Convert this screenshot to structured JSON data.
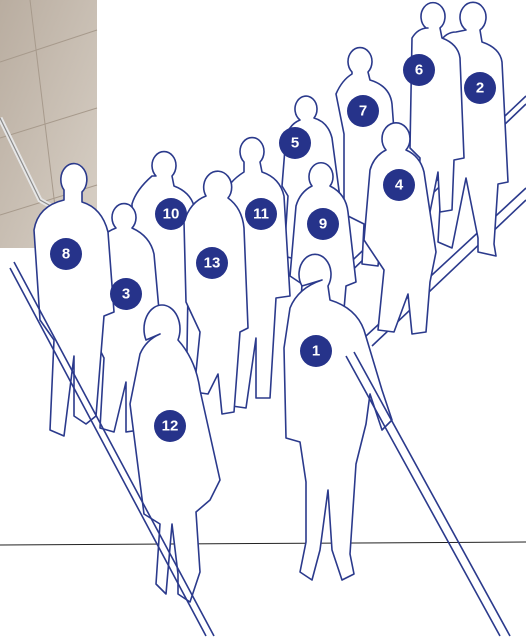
{
  "colors": {
    "outline": "#2b3a8c",
    "badge": "#26338a",
    "badge_text": "#ffffff",
    "floor_photo": "#c9bfb3"
  },
  "badges": [
    "1",
    "2",
    "3",
    "4",
    "5",
    "6",
    "7",
    "8",
    "9",
    "10",
    "11",
    "12",
    "13"
  ]
}
